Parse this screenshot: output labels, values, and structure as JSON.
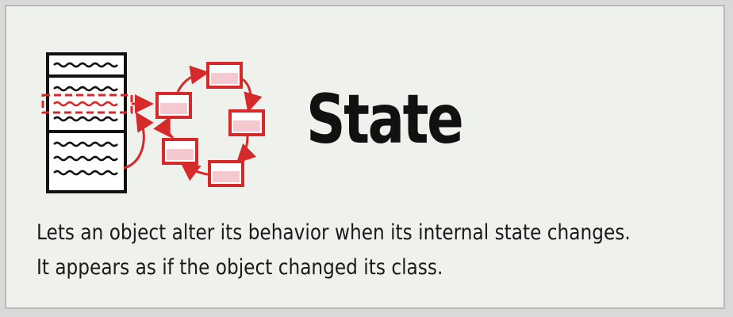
{
  "card": {
    "title": "State",
    "description_lines": [
      "Lets an object alter its behavior when its internal state changes.",
      "It appears as if the object changed its class."
    ]
  },
  "colors": {
    "accent_red": "#d62a2a",
    "box_fill": "#f4c9cf",
    "ink": "#111111",
    "background": "#eef1ec"
  },
  "icons": {
    "illustration": "object-with-state-machine-icon"
  }
}
